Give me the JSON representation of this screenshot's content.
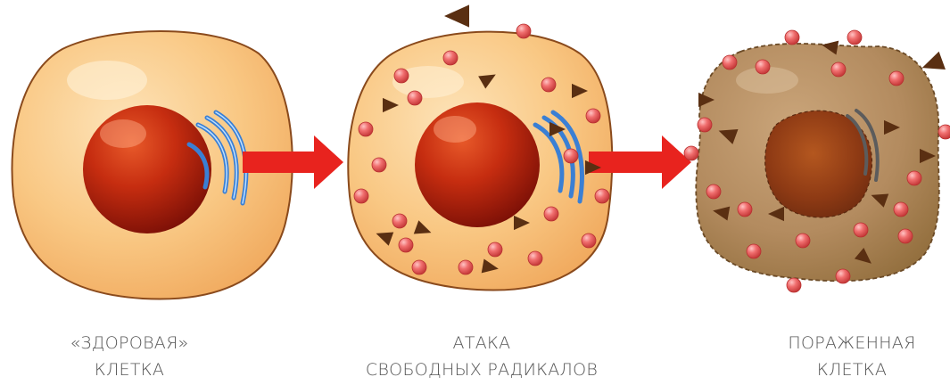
{
  "captions": {
    "healthy": {
      "line1": "«ЗДОРОВАЯ»",
      "line2": "КЛЕТКА"
    },
    "attack": {
      "line1": "АТАКА",
      "line2": "СВОБОДНЫХ РАДИКАЛОВ"
    },
    "damaged": {
      "line1": "ПОРАЖЕННАЯ",
      "line2": "КЛЕТКА"
    }
  },
  "colors": {
    "background": "#ffffff",
    "cytoplasm": "#f8c783",
    "damaged_cytoplasm": "#b08a60",
    "nucleus": "#b8230e",
    "golgi": "#3a7fd4",
    "arrow": "#e8231e",
    "radical": "#e96060",
    "triangle": "#5a2f12",
    "caption_text": "#555555"
  },
  "icons": [
    "cell-icon",
    "nucleus-icon",
    "golgi-icon",
    "free-radical-icon",
    "arrow-right-icon"
  ]
}
